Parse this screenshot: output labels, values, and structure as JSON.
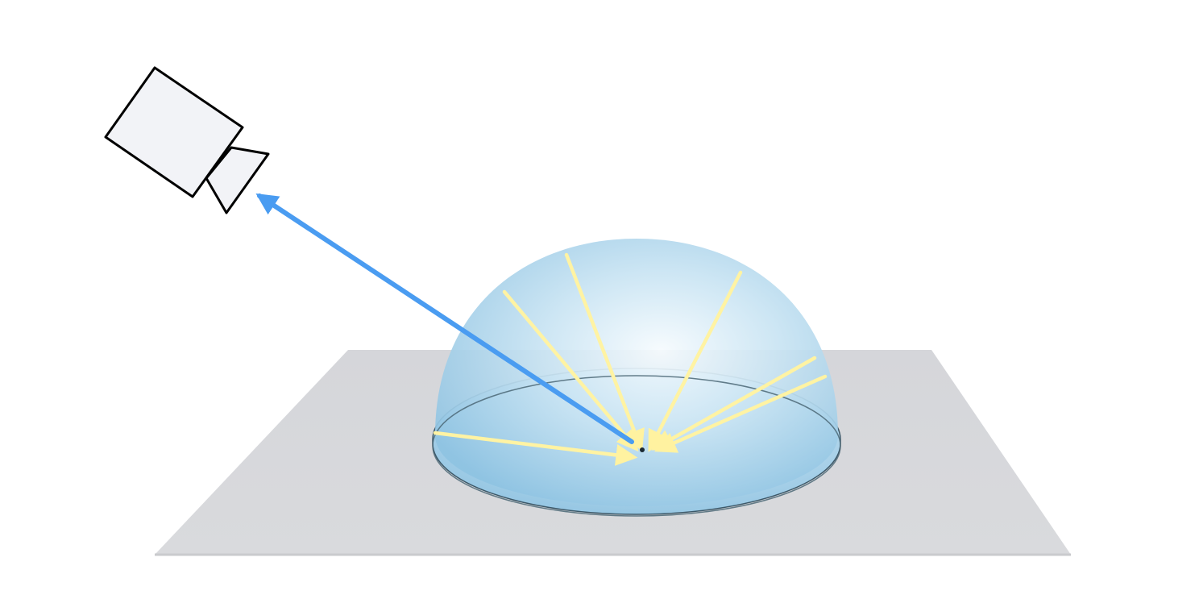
{
  "diagram": {
    "type": "hemisphere-irradiance-illustration",
    "elements": {
      "ground_plane": {
        "icon": "plane-shape",
        "color": "#d6d7db"
      },
      "hemisphere": {
        "icon": "hemisphere-shape",
        "color_light": "#eef7fc",
        "color_dark": "#8ec3e2"
      },
      "camera": {
        "icon": "camera-icon",
        "body_color": "#f2f3f7",
        "outline_color": "#000000"
      },
      "view_ray": {
        "icon": "arrow-icon",
        "color": "#4a9cf1"
      },
      "incoming_light_rays": {
        "icon": "arrow-icon",
        "color": "#fff7a8",
        "count": 6
      }
    }
  }
}
